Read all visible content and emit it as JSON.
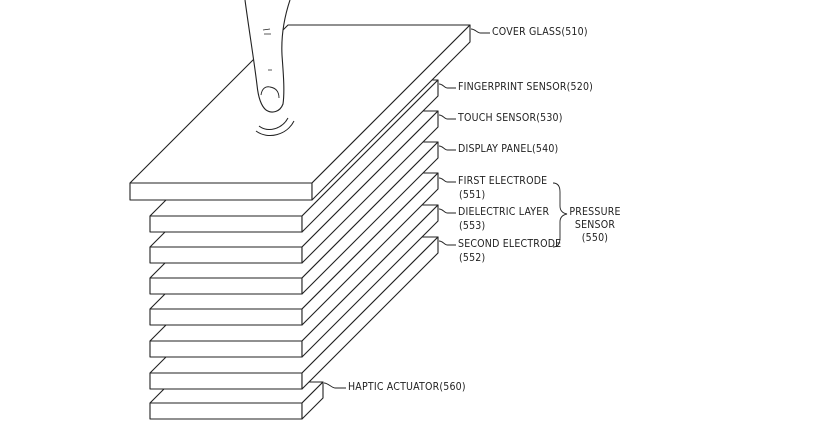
{
  "colors": {
    "stroke": "#222222",
    "fill": "#ffffff",
    "text": "#222222"
  },
  "layers": [
    {
      "id": "cover-glass",
      "label": "COVER GLASS(510)"
    },
    {
      "id": "fingerprint-sensor",
      "label": "FINGERPRINT SENSOR(520)"
    },
    {
      "id": "touch-sensor",
      "label": "TOUCH SENSOR(530)"
    },
    {
      "id": "display-panel",
      "label": "DISPLAY PANEL(540)"
    },
    {
      "id": "first-electrode",
      "label": "FIRST ELECTRODE",
      "ref": "(551)"
    },
    {
      "id": "dielectric-layer",
      "label": "DIELECTRIC LAYER",
      "ref": "(553)"
    },
    {
      "id": "second-electrode",
      "label": "SECOND ELECTRODE",
      "ref": "(552)"
    },
    {
      "id": "haptic-actuator",
      "label": "HAPTIC ACTUATOR(560)"
    }
  ],
  "pressure_sensor": {
    "line1": "PRESSURE",
    "line2": "SENSOR",
    "line3": "(550)"
  }
}
